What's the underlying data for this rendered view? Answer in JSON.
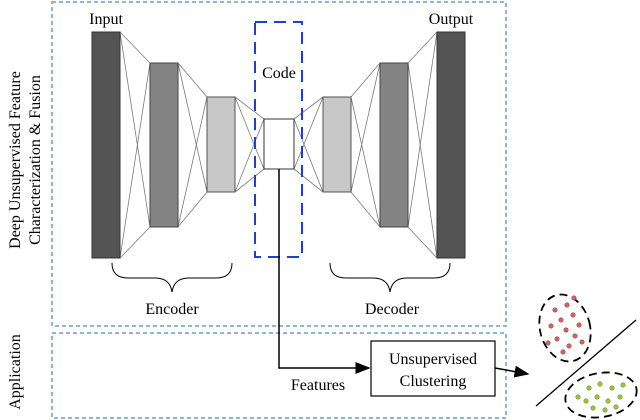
{
  "sections": {
    "top_label_line1": "Deep Unsupervised Feature",
    "top_label_line2": "Characterization & Fusion",
    "bottom_label": "Application"
  },
  "labels": {
    "input": "Input",
    "output": "Output",
    "code": "Code",
    "encoder": "Encoder",
    "decoder": "Decoder",
    "features": "Features",
    "clustering_line1": "Unsupervised",
    "clustering_line2": "Clustering"
  },
  "colors": {
    "section_border": "#8fb4d9",
    "code_border": "#1f3fd1",
    "layer_input": "#545454",
    "layer_mid": "#848484",
    "layer_light": "#c8c8c8",
    "cluster_red": "#e06060",
    "cluster_green": "#9acd32"
  }
}
